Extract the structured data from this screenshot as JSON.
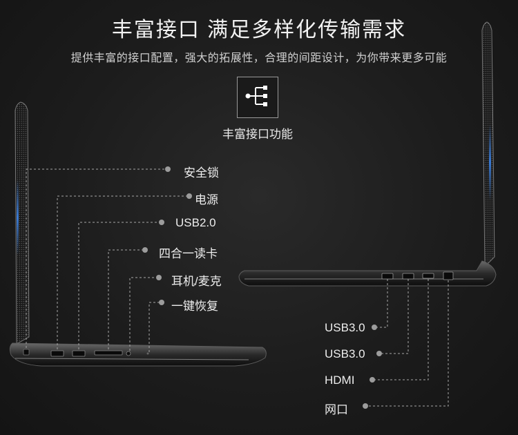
{
  "header": {
    "title": "丰富接口  满足多样化传输需求",
    "subtitle": "提供丰富的接口配置，强大的拓展性，合理的间距设计，为你带来更多可能"
  },
  "feature": {
    "icon": "interface-icon",
    "label": "丰富接口功能"
  },
  "left_ports": [
    {
      "label": "安全锁"
    },
    {
      "label": "电源"
    },
    {
      "label": "USB2.0"
    },
    {
      "label": "四合一读卡"
    },
    {
      "label": "耳机/麦克"
    },
    {
      "label": "一键恢复"
    }
  ],
  "right_ports": [
    {
      "label": "USB3.0"
    },
    {
      "label": "USB3.0"
    },
    {
      "label": "HDMI"
    },
    {
      "label": "网口"
    }
  ],
  "colors": {
    "accent_blue": "#3a7bd5",
    "line": "#a8a8a8",
    "dot": "#9c9c9c"
  }
}
